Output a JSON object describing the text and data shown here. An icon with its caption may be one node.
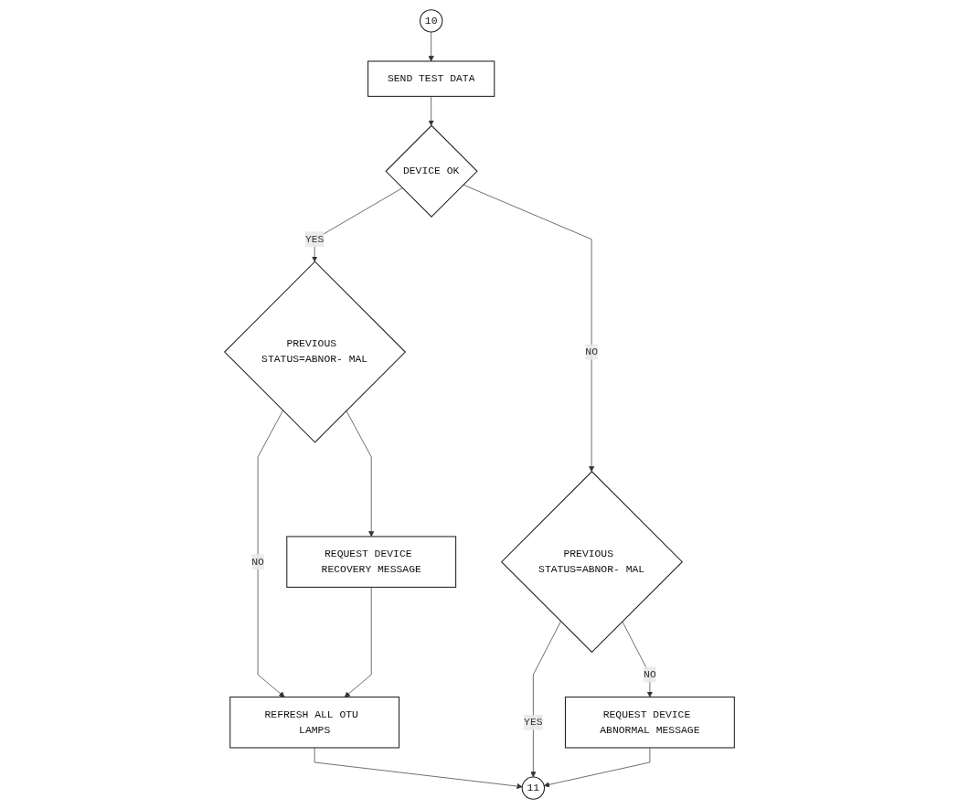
{
  "diagram": {
    "nodes": [
      {
        "text": [
          "10"
        ]
      },
      {
        "text": [
          "SEND TEST DATA"
        ]
      },
      {
        "text": [
          "DEVICE OK"
        ]
      },
      {
        "text": [
          "PREVIOUS STATUS=ABNOR- MAL"
        ]
      },
      {
        "text": [
          "REQUEST DEVICE ABNORMAL MESSAGE"
        ]
      },
      {
        "text": [
          "PREVIOUS STATUS=ABNOR- MAL"
        ]
      },
      {
        "text": [
          "REQUEST DEVICE RECOVERY MESSAGE"
        ]
      },
      {
        "text": [
          "REFRESH ALL OTU LAMPS"
        ]
      },
      {
        "text": [
          "11"
        ]
      }
    ],
    "edges": [
      {
        "from": 0,
        "to": 1,
        "arrow": "to"
      },
      {
        "from": 1,
        "to": 2,
        "arrow": "to"
      },
      {
        "from": 2,
        "to": 3,
        "arrow": "to",
        "label": "NO"
      },
      {
        "from": 3,
        "to": 4,
        "arrow": "to",
        "label": "NO"
      },
      {
        "from": 2,
        "to": 5,
        "arrow": "to",
        "label": "YES"
      },
      {
        "from": 5,
        "to": 6,
        "arrow": "to"
      },
      {
        "from": 5,
        "to": 7,
        "arrow": "to",
        "label": "NO"
      },
      {
        "from": 6,
        "to": 7,
        "arrow": "to"
      },
      {
        "from": 7,
        "to": 8,
        "arrow": "to"
      },
      {
        "from": 3,
        "to": 8,
        "arrow": "to",
        "label": "YES"
      },
      {
        "from": 4,
        "to": 8,
        "arrow": "to"
      }
    ]
  }
}
